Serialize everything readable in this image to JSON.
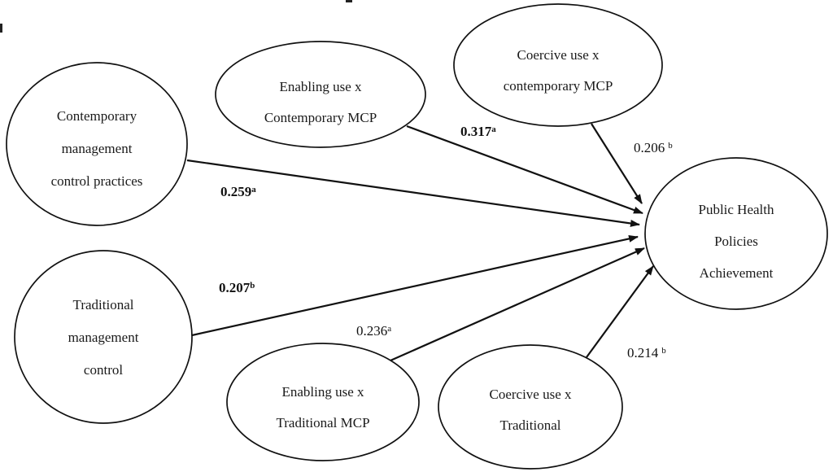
{
  "figure": {
    "type": "path-diagram",
    "background": "#ffffff",
    "line_color": "#111111",
    "nodes": {
      "contemporary_mcp": {
        "lines": [
          "Contemporary",
          "management",
          "control practices"
        ]
      },
      "traditional_mc": {
        "lines": [
          "Traditional",
          "management",
          "control"
        ]
      },
      "enabling_contemporary": {
        "lines": [
          "Enabling use x",
          "Contemporary MCP"
        ]
      },
      "coercive_contemporary": {
        "lines": [
          "Coercive use x",
          "contemporary MCP"
        ]
      },
      "enabling_traditional": {
        "lines": [
          "Enabling use x",
          "Traditional MCP"
        ]
      },
      "coercive_traditional": {
        "lines": [
          "Coercive use x",
          "Traditional"
        ]
      },
      "public_health": {
        "lines": [
          "Public Health",
          "Policies",
          "Achievement"
        ]
      }
    },
    "coefficients": {
      "contemporary_path": {
        "value": "0.259",
        "sup": "a",
        "bold": true
      },
      "enabling_contemporary_path": {
        "value": "0.317",
        "sup": "a",
        "bold": true
      },
      "coercive_contemporary_path": {
        "value": "0.206",
        "sup": "b",
        "bold": false
      },
      "traditional_path": {
        "value": "0.207",
        "sup": "b",
        "bold": true
      },
      "enabling_traditional_path": {
        "value": "0.236",
        "sup": "a",
        "bold": false
      },
      "coercive_traditional_path": {
        "value": "0.214",
        "sup": "b",
        "bold": false
      }
    }
  }
}
